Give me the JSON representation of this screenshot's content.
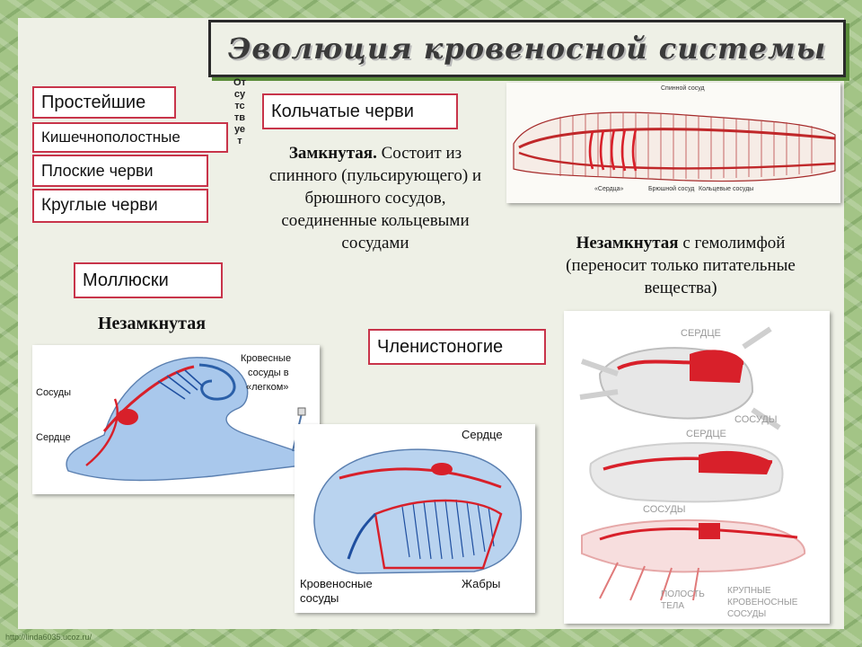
{
  "title": "Эволюция кровеносной системы",
  "groups": {
    "prostejshie": "Простейшие",
    "kishechnopolostnye": "Кишечнополостные",
    "ploskie": "Плоские черви",
    "kruglye": "Круглые черви",
    "koltchatye": "Кольчатые черви",
    "mollyuski": "Моллюски",
    "chlenistonogie": "Членистоногие"
  },
  "absent_note": "Отсутствует",
  "annelid_desc": {
    "bold": "Замкнутая.",
    "rest": " Состоит из спинного (пульсирующего) и брюшного сосудов, соединенные кольцевыми сосудами"
  },
  "arthropod_desc": {
    "bold": "Незамкнутая",
    "rest": " с гемолимфой (переносит только питательные вещества)"
  },
  "mollusk_type": "Незамкнутая",
  "worm_diagram": {
    "top": "Спинной сосуд",
    "heart": "«Сердца»",
    "ventral": "Брюшной сосуд",
    "ring": "Кольцевые сосуды"
  },
  "snail_diagram": {
    "vessels": "Сосуды",
    "heart": "Сердце",
    "lung": [
      "Кровесные",
      "сосуды в",
      "«легком»"
    ]
  },
  "clam_diagram": {
    "heart": "Сердце",
    "vessels": [
      "Кровеносные",
      "сосуды"
    ],
    "gills": "Жабры"
  },
  "arthropod_diagram": {
    "heart1": "СЕРДЦЕ",
    "vessels1": "СОСУДЫ",
    "heart2": "СЕРДЦЕ",
    "vessels2": "СОСУДЫ",
    "cavity": [
      "ПОЛОСТЬ",
      "ТЕЛА"
    ],
    "large": [
      "КРУПНЫЕ",
      "КРОВЕНОСНЫЕ",
      "СОСУДЫ"
    ]
  },
  "footer": "http://linda6035.ucoz.ru/",
  "colors": {
    "blood_red": "#d8202a",
    "vein_blue": "#1f4fa0",
    "label_border": "#c8344a"
  }
}
